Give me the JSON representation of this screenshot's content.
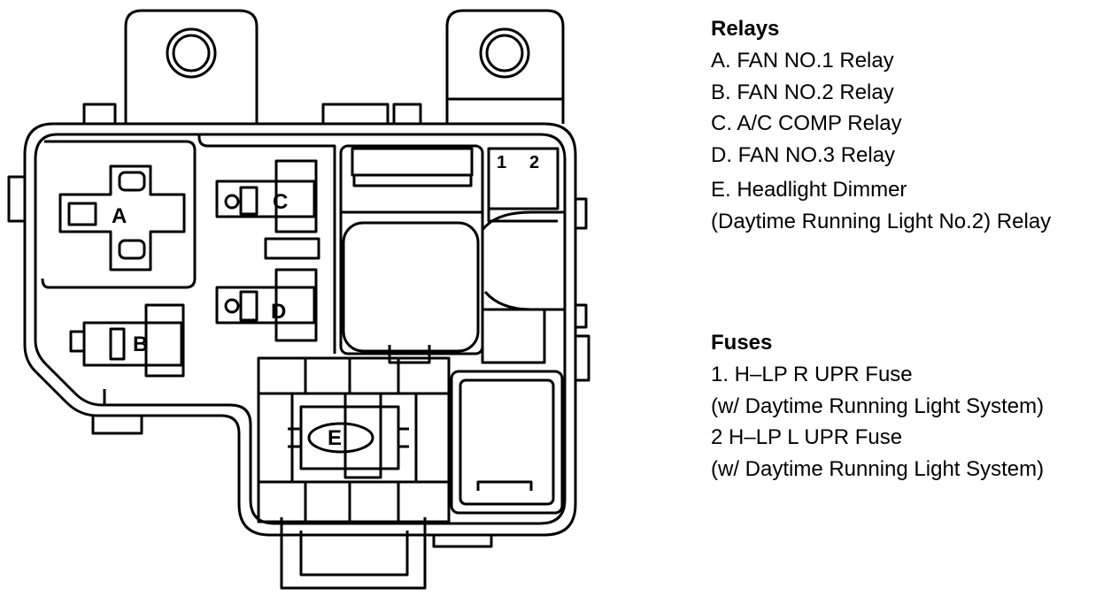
{
  "diagram": {
    "relay_labels": [
      "A",
      "B",
      "C",
      "D",
      "E"
    ],
    "fuse_labels": [
      "1",
      "2"
    ]
  },
  "relays": {
    "heading": "Relays",
    "items": [
      "A. FAN NO.1 Relay",
      "B. FAN NO.2 Relay",
      "C. A/C COMP Relay",
      "D. FAN NO.3 Relay",
      "E. Headlight Dimmer",
      "(Daytime Running Light No.2) Relay"
    ]
  },
  "fuses": {
    "heading": "Fuses",
    "items": [
      "1. H–LP R UPR Fuse",
      "(w/ Daytime Running Light System)",
      "2 H–LP L UPR Fuse",
      "(w/ Daytime Running Light System)"
    ]
  }
}
